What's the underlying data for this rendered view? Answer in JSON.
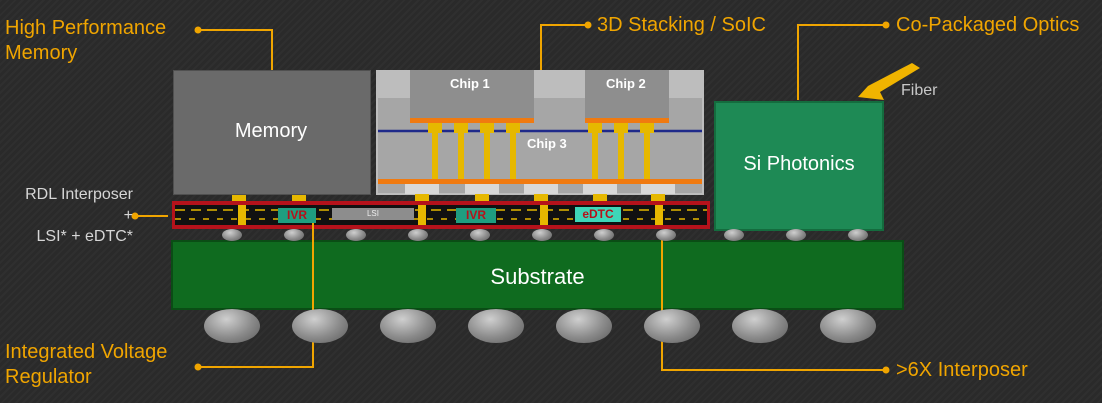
{
  "labels": {
    "hbm": "High Performance\nMemory",
    "stacking": "3D Stacking / SoIC",
    "cpo": "Co-Packaged Optics",
    "rdl": "RDL Interposer +\nLSI* + eDTC*",
    "ivr_callout": "Integrated Voltage\nRegulator",
    "interposer_callout": ">6X Interposer",
    "fiber": "Fiber"
  },
  "blocks": {
    "memory": "Memory",
    "chip1": "Chip 1",
    "chip2": "Chip 2",
    "chip3": "Chip 3",
    "photonics": "Si Photonics",
    "substrate": "Substrate",
    "ivr1": "IVR",
    "lsi": "LSI",
    "ivr2": "IVR",
    "edtc": "eDTC"
  },
  "colors": {
    "accent": "#f0a500",
    "substrate": "#0f6b1f",
    "photonics": "#1e8a55",
    "interposer_red": "#b5121b",
    "memory": "#6a6a6a"
  }
}
